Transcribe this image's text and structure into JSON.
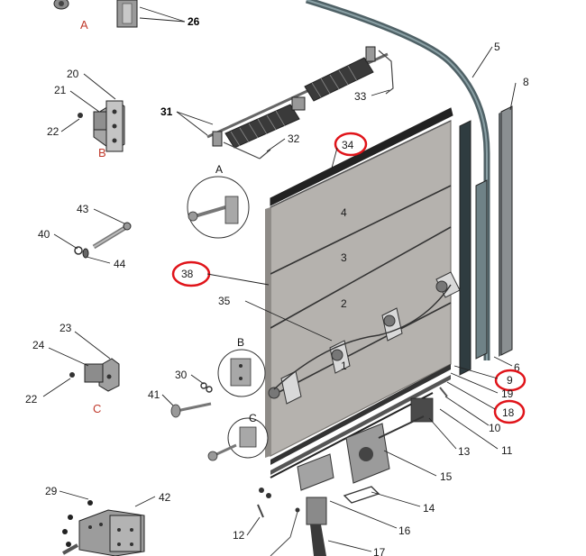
{
  "diagram": {
    "callouts": {
      "p2": "2",
      "p3": "3",
      "p4": "4",
      "p5": "5",
      "p6": "6",
      "p8": "8",
      "p9": "9",
      "p10": "10",
      "p11": "11",
      "p12": "12",
      "p13": "13",
      "p14": "14",
      "p15": "15",
      "p16": "16",
      "p17": "17",
      "p18": "18",
      "p19": "19",
      "p20": "20",
      "p21": "21",
      "p22a": "22",
      "p22b": "22",
      "p23": "23",
      "p24": "24",
      "p26": "26",
      "p29": "29",
      "p30": "30",
      "p31": "31",
      "p32": "32",
      "p33": "33",
      "p34": "34",
      "p35": "35",
      "p38": "38",
      "p40": "40",
      "p41": "41",
      "p42": "42",
      "p43": "43",
      "p44": "44"
    },
    "sublabels": {
      "a_red": "A",
      "b_red": "B",
      "c_red": "C",
      "a_detail": "A",
      "b_detail": "B",
      "c_detail": "C"
    },
    "highlighted": [
      "34",
      "38",
      "9",
      "18"
    ],
    "colors": {
      "panel": "#b5b2ae",
      "panel_edge": "#7a7773",
      "track": "#5c6e73",
      "highlight": "#e0141a",
      "sublabel": "#c0392b"
    }
  }
}
